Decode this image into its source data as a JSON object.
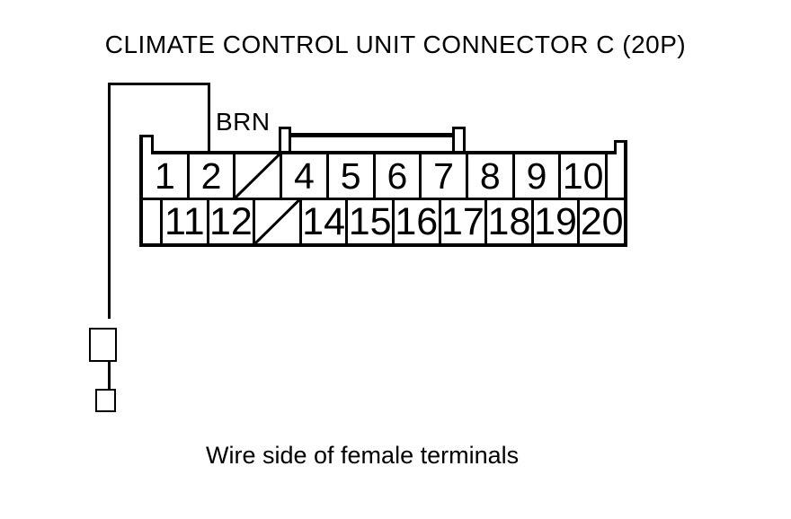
{
  "title": "CLIMATE CONTROL UNIT CONNECTOR C (20P)",
  "caption": "Wire side of female terminals",
  "wire": {
    "color_label": "BRN"
  },
  "connector": {
    "top_row": [
      "1",
      "2",
      "",
      "4",
      "5",
      "6",
      "7",
      "8",
      "9",
      "10"
    ],
    "bottom_row": [
      "11",
      "12",
      "",
      "14",
      "15",
      "16",
      "17",
      "18",
      "19",
      "20"
    ]
  },
  "colors": {
    "ink": "#000000",
    "background": "#ffffff"
  }
}
